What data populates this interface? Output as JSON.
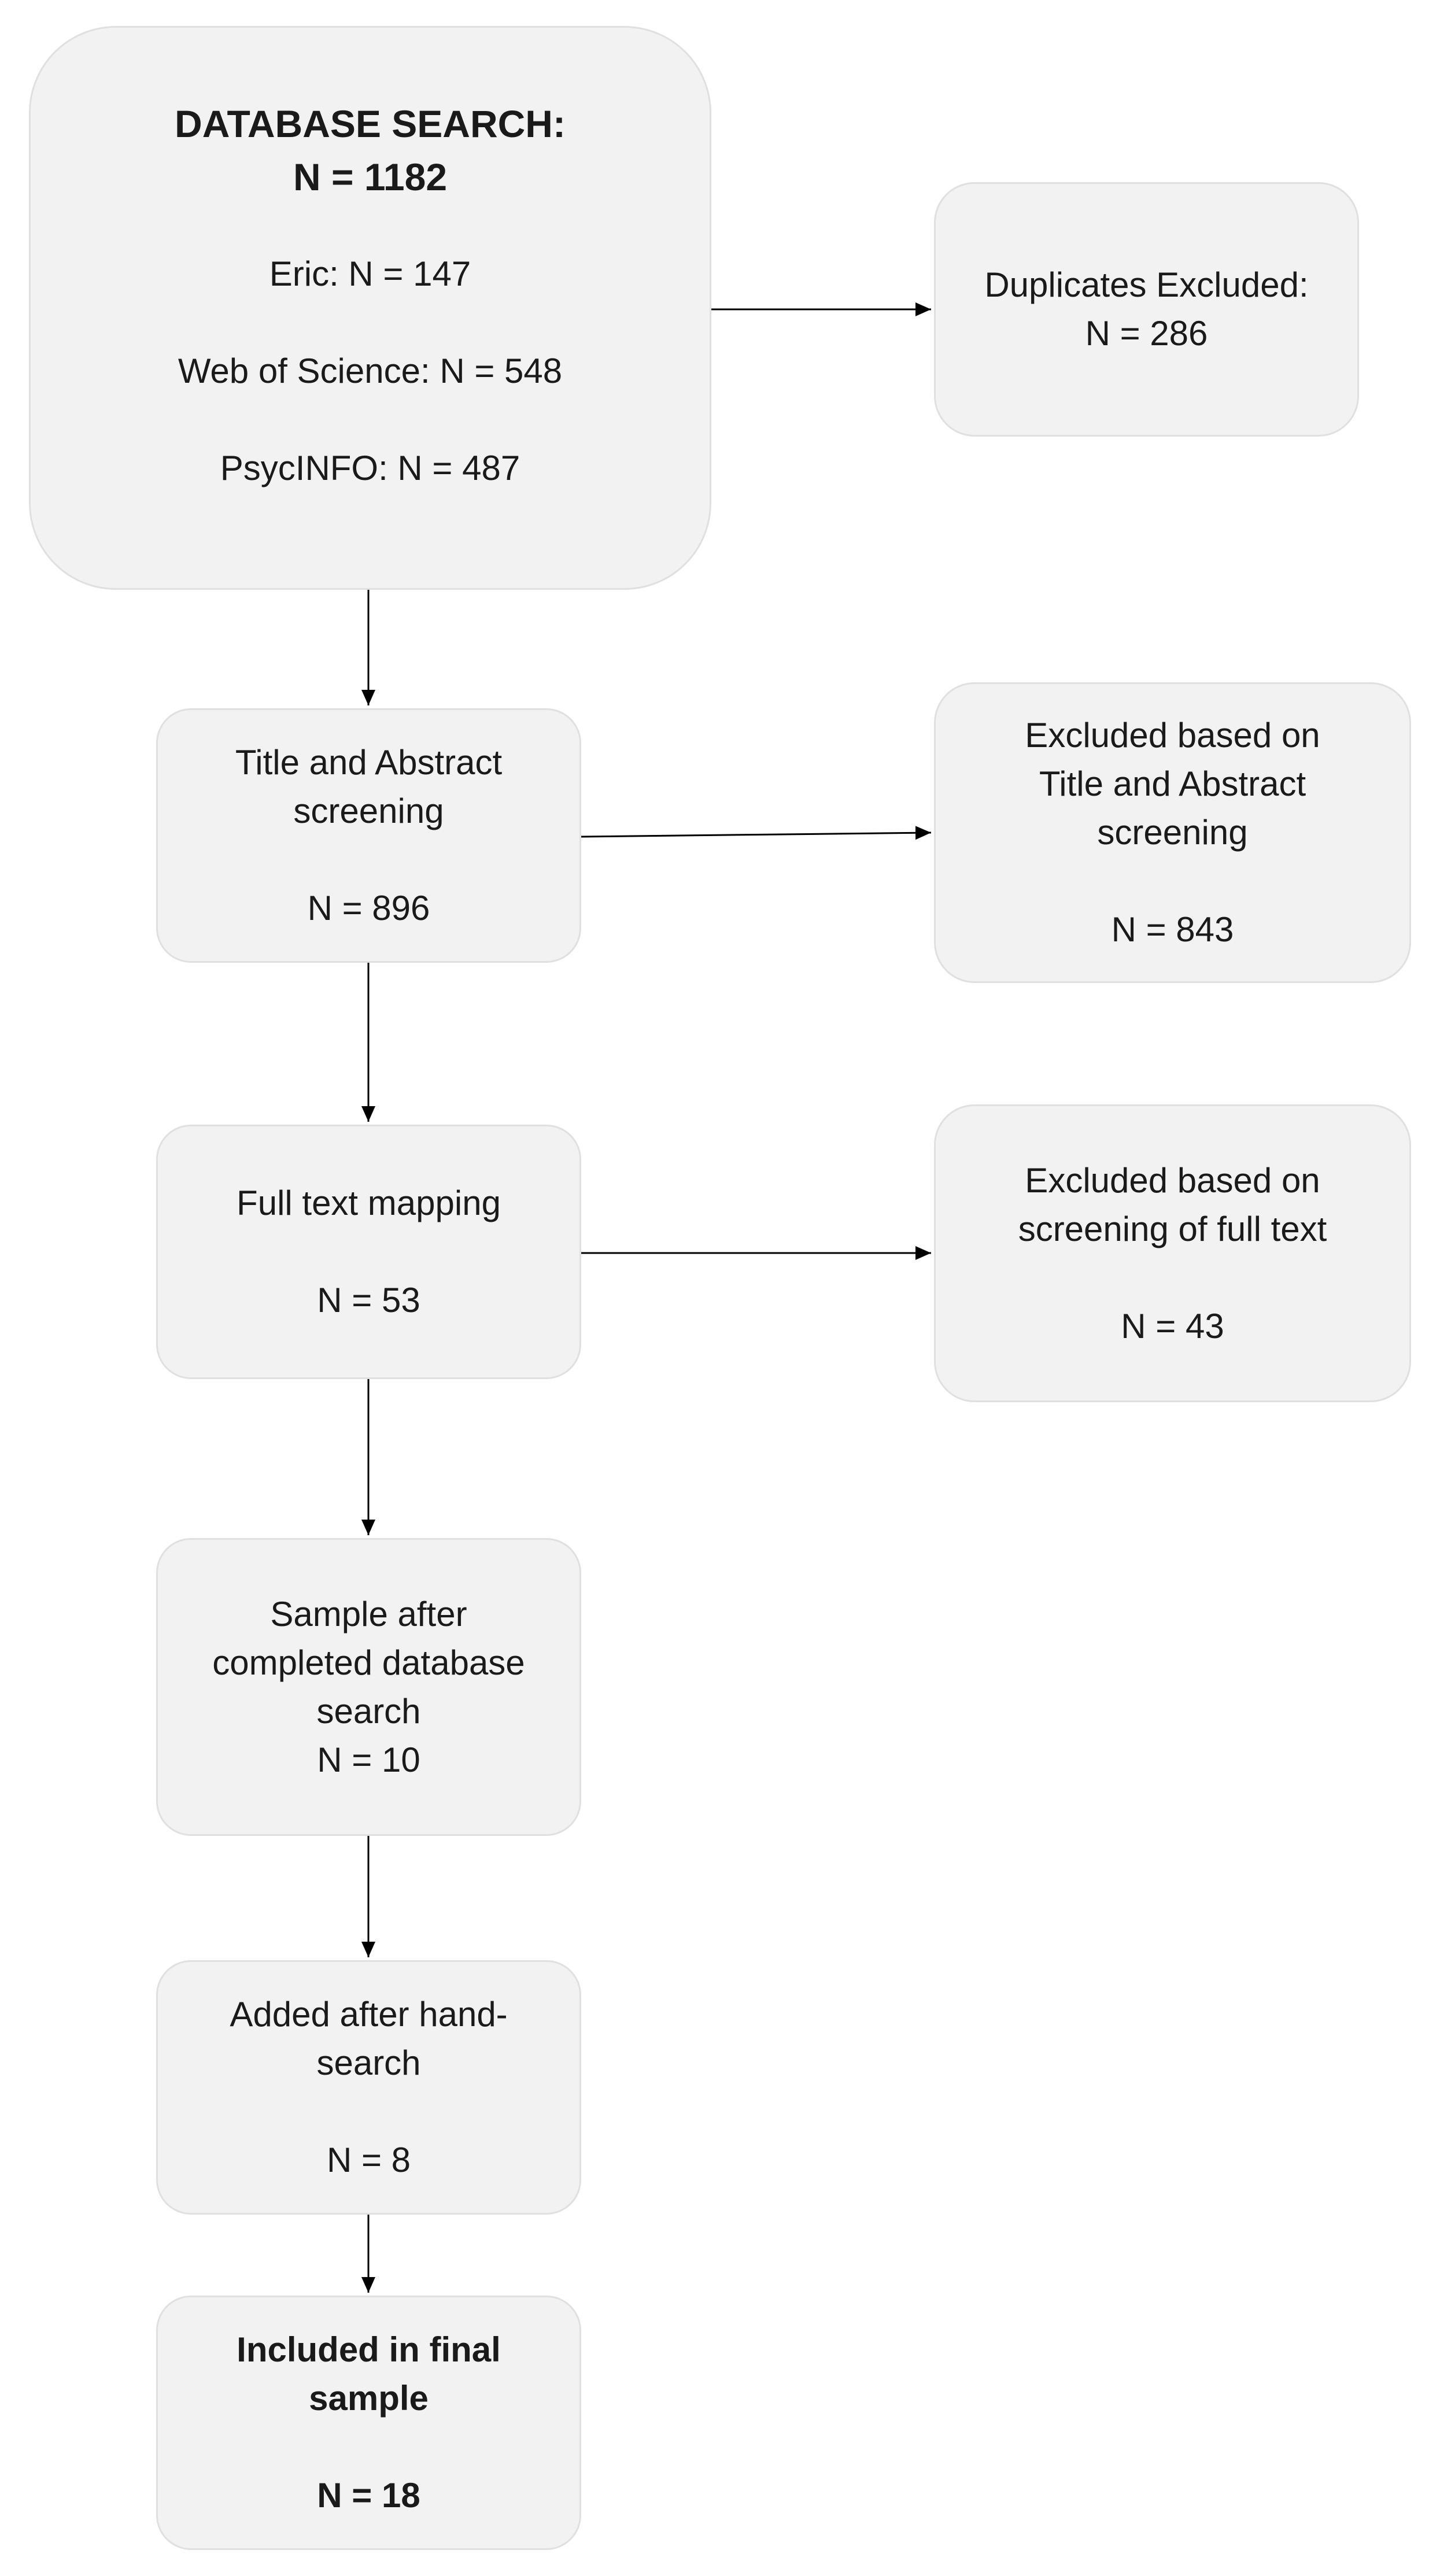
{
  "database_search": {
    "title": "DATABASE SEARCH:",
    "total": "N = 1182",
    "sources": [
      "Eric: N = 147",
      "Web of Science: N = 548",
      "PsycINFO: N = 487"
    ]
  },
  "duplicates": {
    "label": "Duplicates Excluded:",
    "count": "N = 286"
  },
  "title_abstract": {
    "line1": "Title and Abstract",
    "line2": "screening",
    "count": "N = 896"
  },
  "excluded_title_abstract": {
    "line1": "Excluded based on",
    "line2": "Title and Abstract",
    "line3": "screening",
    "count": "N = 843"
  },
  "full_text": {
    "label": "Full text mapping",
    "count": "N = 53"
  },
  "excluded_full_text": {
    "line1": "Excluded based on",
    "line2": "screening of full text",
    "count": "N = 43"
  },
  "sample_after_db": {
    "line1": "Sample after",
    "line2": "completed database",
    "line3": "search",
    "count": "N = 10"
  },
  "hand_search": {
    "line1": "Added after hand-",
    "line2": "search",
    "count": "N = 8"
  },
  "final_sample": {
    "line1": "Included in final",
    "line2": "sample",
    "count": "N = 18"
  }
}
